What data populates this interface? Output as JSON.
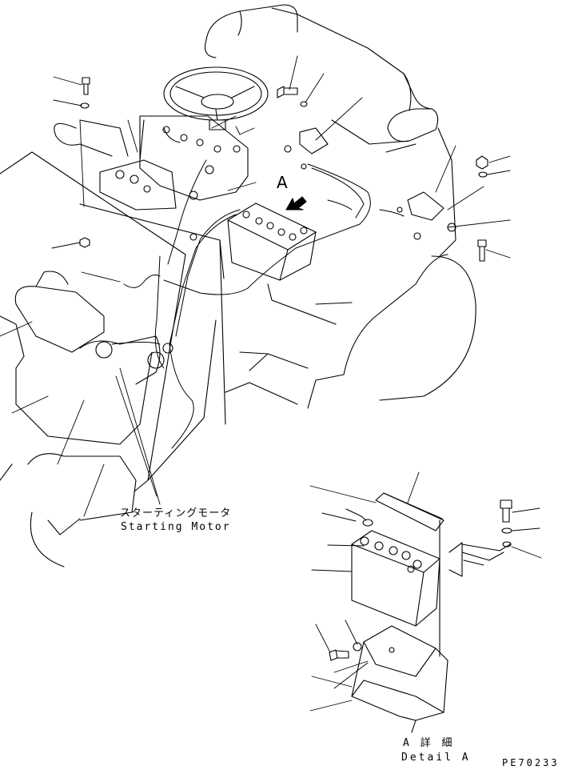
{
  "callouts": {
    "view_arrow": "A",
    "starting_motor_jp": "スターティングモータ",
    "starting_motor_en": "Starting Motor",
    "detail_jp": "A 詳 細",
    "detail_en": "Detail A",
    "drawing_code": "PE70233"
  },
  "colors": {
    "line": "#000000",
    "background": "#ffffff"
  }
}
